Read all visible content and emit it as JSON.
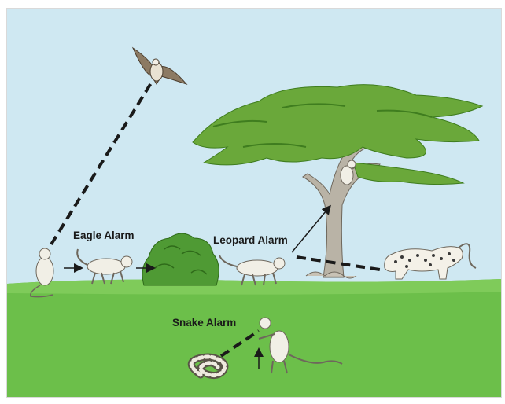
{
  "labels": {
    "eagle": "Eagle Alarm",
    "leopard": "Leopard Alarm",
    "snake": "Snake Alarm"
  },
  "colors": {
    "sky": "#cfe8f2",
    "grass": "#6cbf4a",
    "foliage": "#6aa83a",
    "monkey": "#f1efe6",
    "line": "#1a1a1a"
  },
  "icons": [
    "eagle-icon",
    "leopard-icon",
    "snake-icon",
    "monkey-icon",
    "tree-icon",
    "bush-icon"
  ]
}
